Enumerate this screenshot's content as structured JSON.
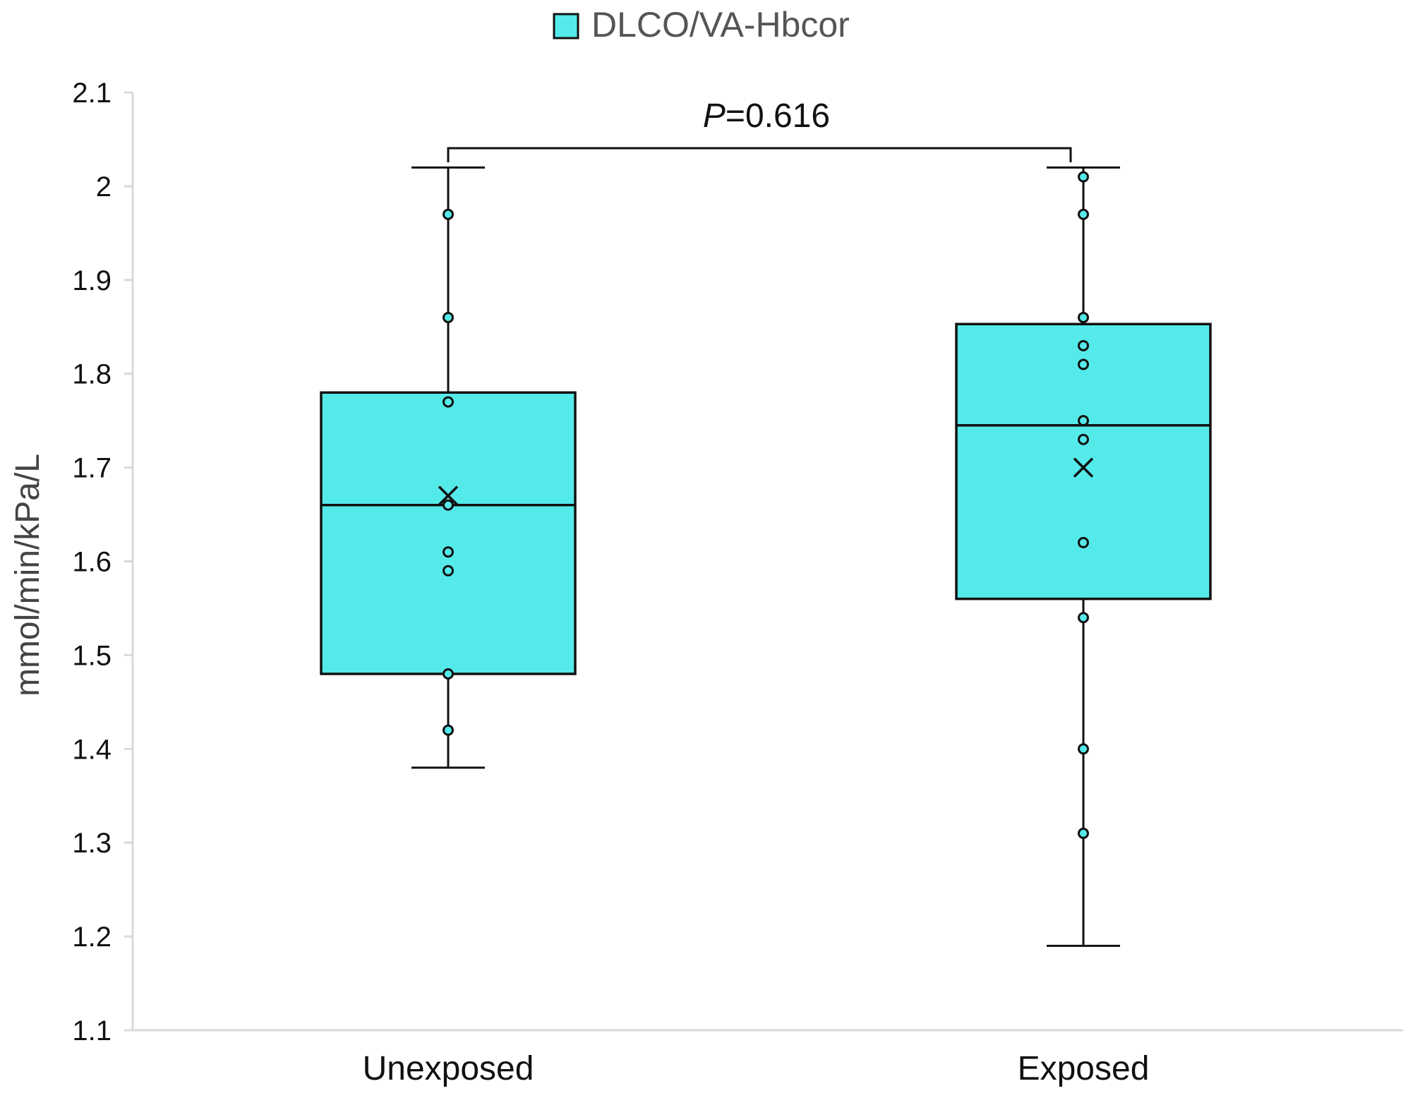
{
  "chart_data": {
    "type": "box",
    "legend": {
      "label": "DLCO/VA-Hbcor",
      "position": "top-center"
    },
    "ylabel": "mmol/min/kPa/L",
    "ylim": [
      1.1,
      2.1
    ],
    "yticks": [
      "1.1",
      "1.2",
      "1.3",
      "1.4",
      "1.5",
      "1.6",
      "1.7",
      "1.8",
      "1.9",
      "2",
      "2.1"
    ],
    "grid": false,
    "fill_color": "#55EAEA",
    "stroke_color": "#111111",
    "categories": [
      "Unexposed",
      "Exposed"
    ],
    "boxes": [
      {
        "category": "Unexposed",
        "whisker_low": 1.38,
        "q1": 1.48,
        "median": 1.66,
        "q3": 1.78,
        "whisker_high": 2.02,
        "mean": 1.67,
        "points": [
          1.97,
          1.86,
          1.77,
          1.66,
          1.61,
          1.59,
          1.48,
          1.42
        ]
      },
      {
        "category": "Exposed",
        "whisker_low": 1.19,
        "q1": 1.56,
        "median": 1.745,
        "q3": 1.853,
        "whisker_high": 2.02,
        "mean": 1.7,
        "points": [
          2.01,
          1.97,
          1.86,
          1.83,
          1.81,
          1.75,
          1.73,
          1.62,
          1.54,
          1.4,
          1.31
        ]
      }
    ],
    "annotation": {
      "italic_part": "P",
      "text_part": "=0.616"
    }
  }
}
